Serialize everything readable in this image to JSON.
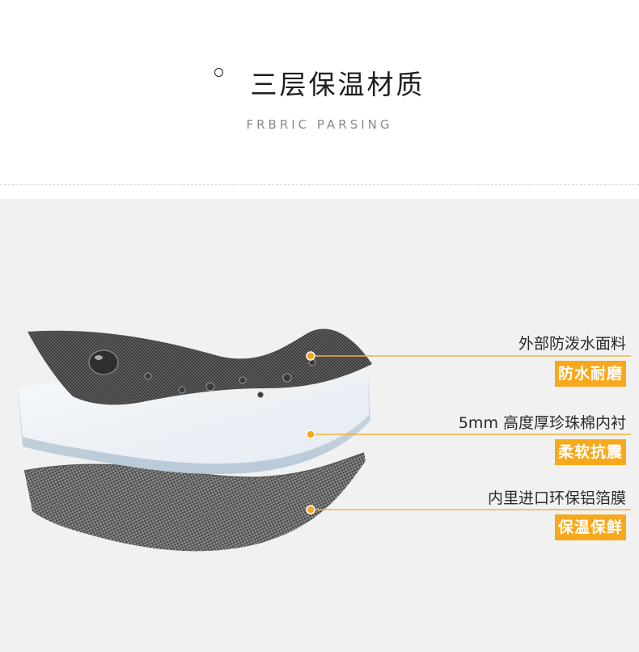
{
  "header": {
    "title": "三层保温材质",
    "subtitle": "FRBRIC PARSING"
  },
  "layers": [
    {
      "name": "外部防泼水面料",
      "tag": "防水耐磨"
    },
    {
      "name": "5mm 高度厚珍珠棉内衬",
      "tag": "柔软抗震"
    },
    {
      "name": "内里进口环保铝箔膜",
      "tag": "保温保鲜"
    }
  ],
  "colors": {
    "accent": "#f7a81b",
    "leader_line": "#f2b43a",
    "panel_bg": "#f1f1f1",
    "outer_fabric": "#4a4a4a",
    "foam": "#e8eef4",
    "foil_mesh": "#6a6a6a"
  }
}
